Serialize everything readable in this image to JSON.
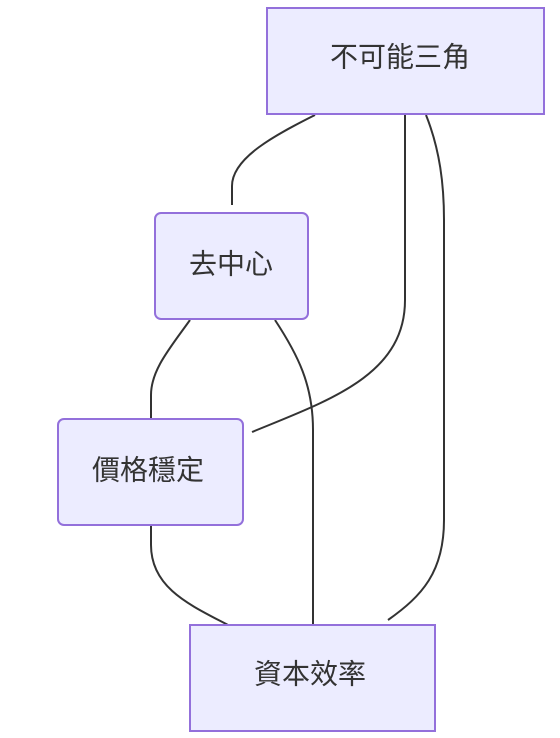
{
  "diagram": {
    "type": "graph",
    "nodes": {
      "trilemma": {
        "label": "不可能三角"
      },
      "decentralization": {
        "label": "去中心"
      },
      "price_stability": {
        "label": "價格穩定"
      },
      "capital_efficiency": {
        "label": "資本效率"
      }
    },
    "edges": [
      {
        "from": "trilemma",
        "to": "decentralization"
      },
      {
        "from": "trilemma",
        "to": "price_stability"
      },
      {
        "from": "trilemma",
        "to": "capital_efficiency"
      },
      {
        "from": "decentralization",
        "to": "price_stability"
      },
      {
        "from": "decentralization",
        "to": "capital_efficiency"
      },
      {
        "from": "price_stability",
        "to": "capital_efficiency"
      }
    ],
    "colors": {
      "node_fill": "#ECECFF",
      "node_border": "#9370DB",
      "edge": "#333333",
      "text": "#333333"
    }
  }
}
